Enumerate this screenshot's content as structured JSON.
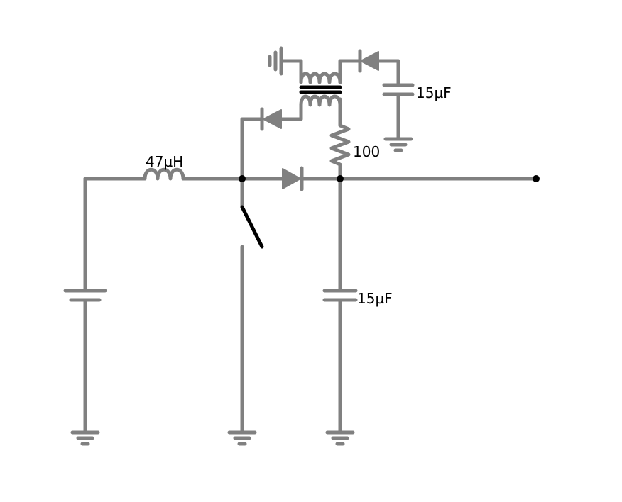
{
  "labels": {
    "inductor": "47µH",
    "resistor": "100",
    "cap_top": "15µF",
    "cap_bottom": "15µF"
  },
  "colors": {
    "wire": "#808080",
    "switch": "#000000",
    "core": "#000000",
    "node": "#000000",
    "background": "#ffffff"
  }
}
